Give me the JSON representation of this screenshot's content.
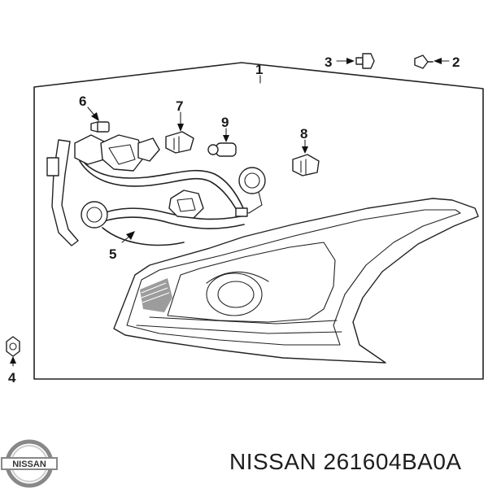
{
  "callouts": {
    "c1": "1",
    "c2": "2",
    "c3": "3",
    "c4": "4",
    "c5": "5",
    "c6": "6",
    "c7": "7",
    "c8": "8",
    "c9": "9"
  },
  "caption": "NISSAN 261604BA0A",
  "logo_text": "NISSAN"
}
